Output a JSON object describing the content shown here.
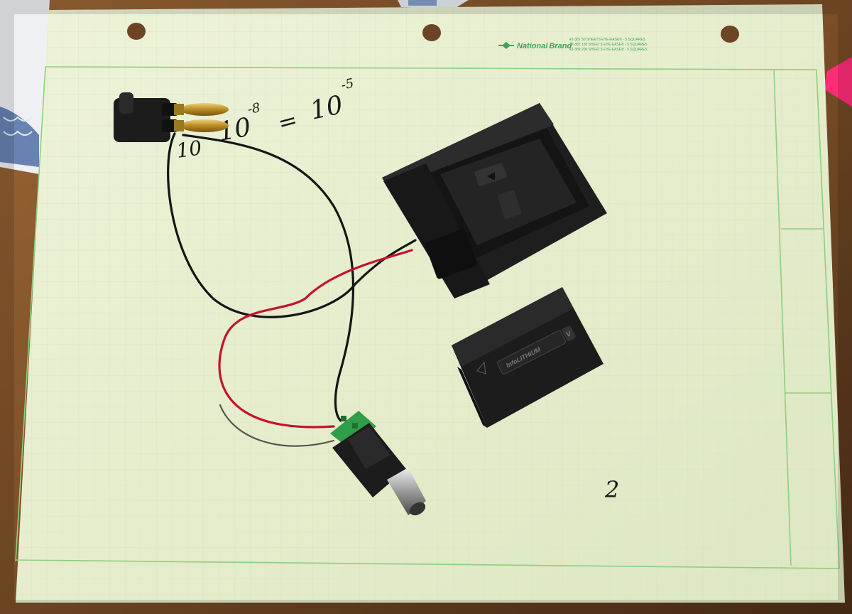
{
  "paper": {
    "brand_name": "National",
    "brand_suffix": "Brand",
    "product_lines": [
      "42-381   50 SHEETS EYE-EASE® - 5 SQUARES",
      "42-382  100 SHEETS EYE-EASE® - 5 SQUARES",
      "42-389  200 SHEETS EYE-EASE® - 5 SQUARES"
    ]
  },
  "handwriting": {
    "note_left": "10",
    "note_mid": "10",
    "exp_mid": "-8",
    "equals": "=",
    "note_right": "10",
    "exp_right": "-5",
    "page_mark": "2"
  },
  "battery": {
    "label": "InfoLITHIUM",
    "badge": "V"
  },
  "colors": {
    "desk": "#7a4e27",
    "paper": "#e6efcf",
    "grid_line": "#8fcf7d",
    "grid_faint": "#d3e2bd",
    "brand_green": "#3fa35a",
    "wire_red": "#c8102e",
    "wire_black": "#151515",
    "terminal_green": "#2f9e48",
    "plastic_black": "#1c1c1c",
    "brass": "#c9a23a",
    "sticky_note": "#ff2d78"
  }
}
